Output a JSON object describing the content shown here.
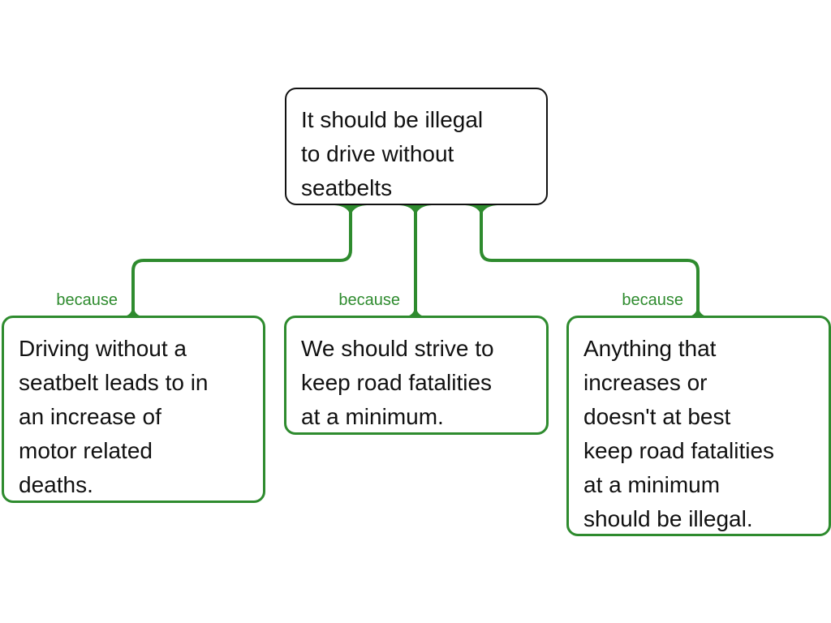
{
  "claim": {
    "text": "It should be illegal\nto drive without\nseatbelts"
  },
  "reasons": [
    {
      "connector_label": "because",
      "text": "Driving without a\nseatbelt leads to in\nan increase of\nmotor related\ndeaths."
    },
    {
      "connector_label": "because",
      "text": "We should strive to\nkeep road fatalities\nat a minimum."
    },
    {
      "connector_label": "because",
      "text": "Anything that\nincreases or\ndoesn't at best\nkeep road fatalities\nat a minimum\nshould be illegal."
    }
  ],
  "colors": {
    "support_link": "#2e8b2e",
    "claim_border": "#111111"
  }
}
